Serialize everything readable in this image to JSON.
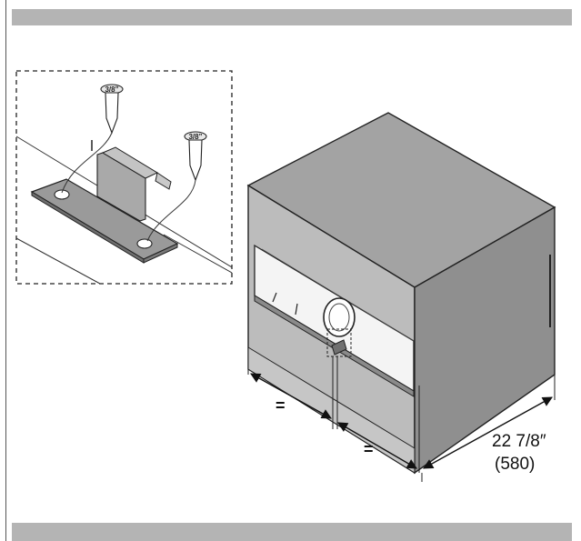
{
  "dimensions": {
    "equal_left": "=",
    "equal_right": "=",
    "depth_imperial": "22 7/8″",
    "depth_metric": "(580)"
  },
  "detail": {
    "screw_left_label": "3/8”",
    "screw_right_label": "3/8”"
  },
  "colors": {
    "band": "#b4b4b4",
    "box_top": "#a3a3a3",
    "box_front": "#bcbcbc",
    "box_side": "#8f8f8f",
    "bracket": "#9a9a9a"
  }
}
